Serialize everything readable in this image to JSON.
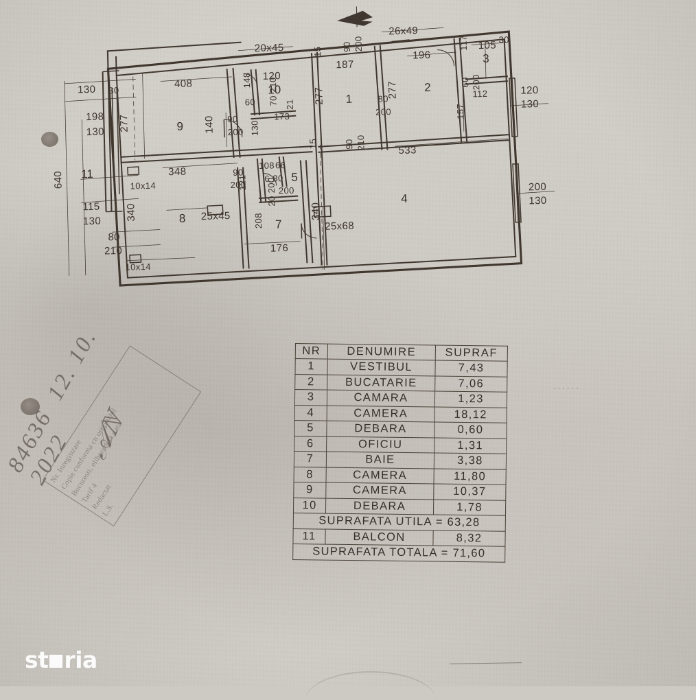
{
  "document": {
    "type": "architectural-floor-plan-scan",
    "language": "ro",
    "watermark": "storia"
  },
  "plan": {
    "north_arrow": "north-arrow-marker",
    "room_numbers": [
      "1",
      "2",
      "3",
      "4",
      "5",
      "6",
      "7",
      "8",
      "9",
      "10",
      "11"
    ],
    "dimensions": {
      "overall_left_height": "640",
      "top_left_outer": "130",
      "top_left_wall": "30",
      "room9_top": "408",
      "room9_left": "277",
      "room9_right_door_h": "140",
      "room9_door": "200",
      "room9_door_w": "90",
      "balcony_outer_a": "198",
      "balcony_outer_b": "130",
      "balcony_w": "115",
      "balcony_h": "130",
      "balcony_door_w": "80",
      "balcony_door_h": "210",
      "room8_top": "348",
      "room8_left": "340",
      "room8_pillar": "25x45",
      "beam_left_top": "10x14",
      "beam_left_bottom": "10x14",
      "opening_a": "60",
      "opening_b": "173",
      "win_top_left": "20x45",
      "win_top_right": "26x49",
      "room10_w": "120",
      "room10_h": "148",
      "room10_door_w": "70",
      "room10_door_h": "210",
      "room10_side": "130",
      "room1_w": "187",
      "room1_h": "277",
      "room1_door_top_w": "90",
      "room1_door_top_h": "200",
      "room1_door_bot_w": "90",
      "room1_door_bot_h": "210",
      "room1_tick": "15",
      "room2_w": "196",
      "room2_h": "277",
      "room2_door_w": "80",
      "room2_door_h": "200",
      "room3_w": "105",
      "room3_h": "117",
      "room3_door_w": "60",
      "room3_door_h": "200",
      "room3_edge": "30",
      "right_wall_seg": "157",
      "right_small": "112",
      "win_right_top_w": "120",
      "win_right_top_h": "130",
      "win_right_bot_w": "200",
      "win_right_bot_h": "130",
      "room4_top": "533",
      "room4_left": "340",
      "room4_pillar": "25x68",
      "room6_label": "6",
      "room6_door_w": "80",
      "room6_door_h": "200",
      "room6_w": "121",
      "room6_top": "108",
      "room6_alt": "66",
      "room5_door_w": "90",
      "room5_door_h": "200",
      "room5_side_w": "20",
      "room5_side_h": "200",
      "room7_h": "208",
      "room7_w": "176"
    }
  },
  "table": {
    "headers": [
      "NR",
      "DENUMIRE",
      "SUPRAF"
    ],
    "rows": [
      {
        "nr": "1",
        "name": "VESTIBUL",
        "area": "7,43"
      },
      {
        "nr": "2",
        "name": "BUCATARIE",
        "area": "7,06"
      },
      {
        "nr": "3",
        "name": "CAMARA",
        "area": "1,23"
      },
      {
        "nr": "4",
        "name": "CAMERA",
        "area": "18,12"
      },
      {
        "nr": "5",
        "name": "DEBARA",
        "area": "0,60"
      },
      {
        "nr": "6",
        "name": "OFICIU",
        "area": "1,31"
      },
      {
        "nr": "7",
        "name": "BAIE",
        "area": "3,38"
      },
      {
        "nr": "8",
        "name": "CAMERA",
        "area": "11,80"
      },
      {
        "nr": "9",
        "name": "CAMERA",
        "area": "10,37"
      },
      {
        "nr": "10",
        "name": "DEBARA",
        "area": "1,78"
      }
    ],
    "subtotal": "SUPRAFATA UTILA = 63,28",
    "balcony": {
      "nr": "11",
      "name": "BALCON",
      "area": "8,32"
    },
    "total": "SUPRAFATA TOTALA = 71,60"
  },
  "stamp": {
    "handwritten_number": "84636",
    "handwritten_date": "12. 10. 2022",
    "signature": "signature-mark",
    "lines": [
      "Nr. Inregistrare",
      "Copie conforma cu originalul",
      "Bucuresti, eliberata la data",
      "Tarif 4",
      "Redactat",
      "L.S."
    ]
  }
}
